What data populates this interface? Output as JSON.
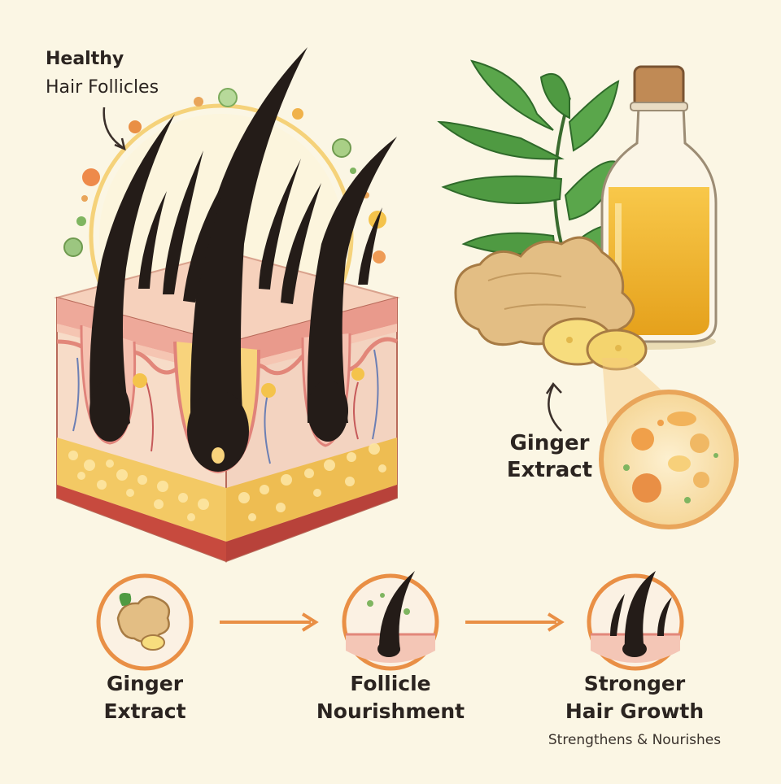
{
  "diagram": {
    "follicle_callout": {
      "title": "Healthy",
      "subtitle": "Hair Follicles"
    },
    "ginger_callout": {
      "line1": "Ginger",
      "line2": "Extract"
    },
    "steps": [
      {
        "line1": "Ginger",
        "line2": "Extract",
        "icon": "ginger-root-icon"
      },
      {
        "line1": "Follicle",
        "line2": "Nourishment",
        "icon": "hair-follicle-icon"
      },
      {
        "line1": "Stronger",
        "line2": "Hair Growth",
        "icon": "hair-growth-icon"
      }
    ],
    "footer_note": "Strengthens & Nourishes",
    "colors": {
      "background": "#fbf6e4",
      "accent_orange": "#e98f45",
      "hair": "#2a211d",
      "skin_pink": "#f1c0b0",
      "fat_yellow": "#f0c45c",
      "oil_gold": "#f0b22a",
      "leaf_green": "#3f8a3a"
    }
  }
}
